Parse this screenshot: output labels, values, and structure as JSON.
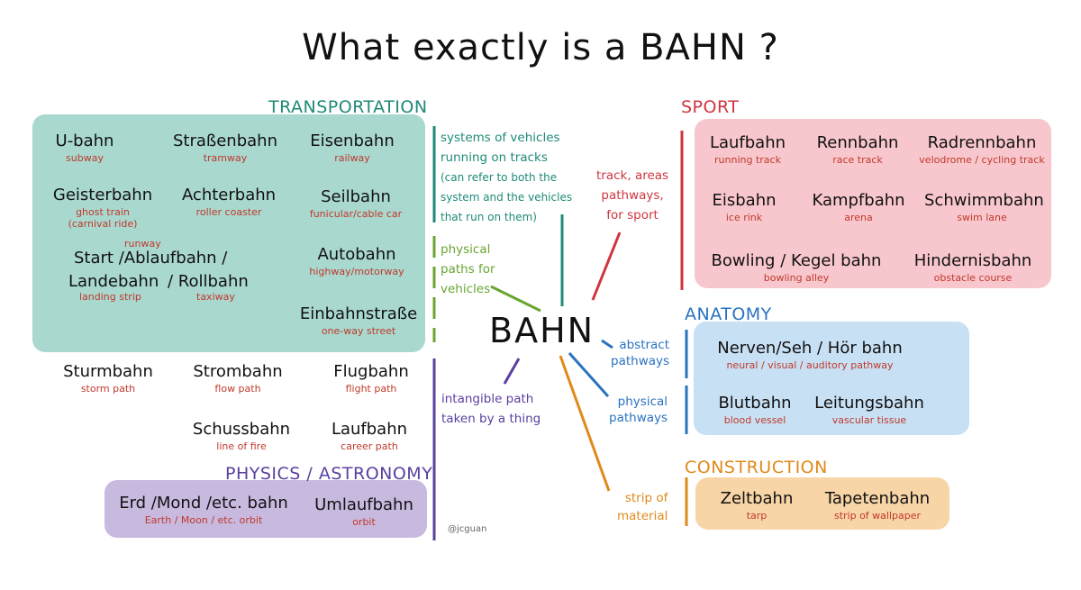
{
  "title": "What exactly is a BAHN ?",
  "center": "BAHN",
  "credit": "@jcguan",
  "colors": {
    "transport": "#1f8a78",
    "sport": "#d0353f",
    "anatomy": "#2a72c0",
    "construction": "#e08a1a",
    "physics": "#5b3fa0",
    "vehicles": "#6aa431",
    "translation": "#c0392b"
  },
  "sections": {
    "transportation": "TRANSPORTATION",
    "sport": "SPORT",
    "anatomy": "ANATOMY",
    "construction": "CONSTRUCTION",
    "physics": "PHYSICS / ASTRONOMY"
  },
  "notes": {
    "systems": [
      "systems of vehicles",
      "running on tracks"
    ],
    "systems_sub": [
      "(can refer to both the",
      "system and the vehicles",
      "that run on them)"
    ],
    "physical_paths": [
      "physical",
      "paths for",
      "vehicles"
    ],
    "intangible": [
      "intangible path",
      "taken by a thing"
    ],
    "sport_note": [
      "track, areas",
      "pathways,",
      "for sport"
    ],
    "abstract": [
      "abstract",
      "pathways"
    ],
    "physical_pathways": [
      "physical",
      "pathways"
    ],
    "strip": [
      "strip of",
      "material"
    ]
  },
  "transport_terms": [
    {
      "word": "U-bahn",
      "translation": "subway"
    },
    {
      "word": "Straßenbahn",
      "translation": "tramway"
    },
    {
      "word": "Eisenbahn",
      "translation": "railway"
    },
    {
      "word": "Geisterbahn",
      "translation": "ghost train",
      "translation2": "(carnival ride)"
    },
    {
      "word": "Achterbahn",
      "translation": "roller coaster"
    },
    {
      "word": "Seilbahn",
      "translation": "funicular/cable car"
    },
    {
      "word": "Autobahn",
      "translation": "highway/motorway"
    },
    {
      "word": "Einbahnstraße",
      "translation": "one-way street"
    }
  ],
  "runway": {
    "above": "runway",
    "line1": "Start /Ablaufbahn /",
    "line2_a": "Landebahn",
    "line2_b": "/ Rollbahn",
    "landing": "landing strip",
    "taxiway": "taxiway"
  },
  "path_terms": [
    {
      "word": "Sturmbahn",
      "translation": "storm path"
    },
    {
      "word": "Strombahn",
      "translation": "flow path"
    },
    {
      "word": "Flugbahn",
      "translation": "flight path"
    },
    {
      "word": "Schussbahn",
      "translation": "line of fire"
    },
    {
      "word": "Laufbahn",
      "translation": "career path"
    }
  ],
  "physics_terms": [
    {
      "word": "Erd /Mond /etc. bahn",
      "translation": "Earth / Moon / etc. orbit"
    },
    {
      "word": "Umlaufbahn",
      "translation": "orbit"
    }
  ],
  "sport_terms": [
    {
      "word": "Laufbahn",
      "translation": "running track"
    },
    {
      "word": "Rennbahn",
      "translation": "race track"
    },
    {
      "word": "Radrennbahn",
      "translation": "velodrome / cycling track"
    },
    {
      "word": "Eisbahn",
      "translation": "ice rink"
    },
    {
      "word": "Kampfbahn",
      "translation": "arena"
    },
    {
      "word": "Schwimmbahn",
      "translation": "swim lane"
    },
    {
      "word": "Bowling / Kegel bahn",
      "translation": "bowling alley"
    },
    {
      "word": "Hindernisbahn",
      "translation": "obstacle course"
    }
  ],
  "anatomy_terms": [
    {
      "word": "Nerven/Seh / Hör bahn",
      "translation": "neural / visual / auditory pathway"
    },
    {
      "word": "Blutbahn",
      "translation": "blood vessel"
    },
    {
      "word": "Leitungsbahn",
      "translation": "vascular tissue"
    }
  ],
  "construction_terms": [
    {
      "word": "Zeltbahn",
      "translation": "tarp"
    },
    {
      "word": "Tapetenbahn",
      "translation": "strip of wallpaper"
    }
  ]
}
